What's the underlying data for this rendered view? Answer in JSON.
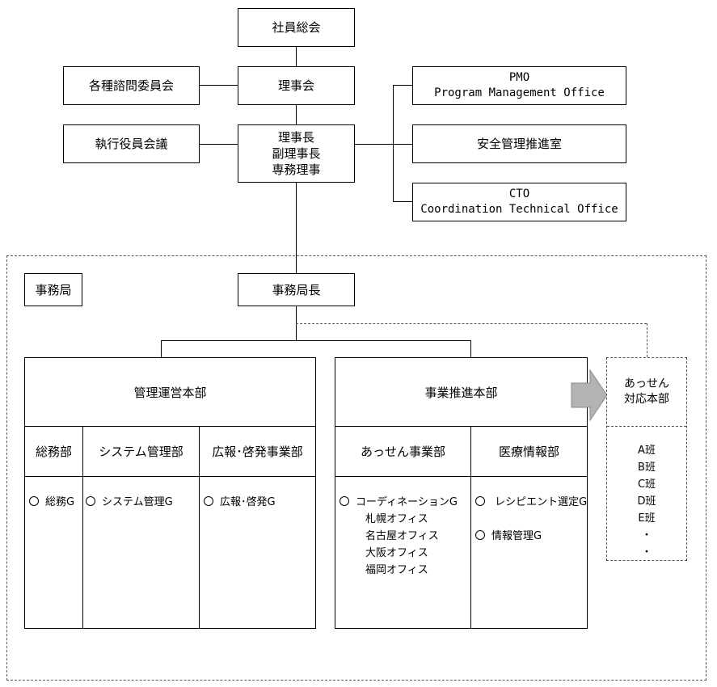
{
  "top": {
    "general_meeting": "社員総会",
    "board": "理事会",
    "advisory": "各種諮問委員会",
    "executive_meeting": "執行役員会議",
    "leaders": [
      "理事長",
      "副理事長",
      "専務理事"
    ]
  },
  "staff": {
    "pmo": [
      "PMO",
      "Program Management Office"
    ],
    "safety": "安全管理推進室",
    "cto": [
      "CTO",
      "Coordination Technical Office"
    ]
  },
  "secretariat": {
    "label": "事務局",
    "head": "事務局長"
  },
  "management": {
    "title": "管理運営本部",
    "columns": [
      {
        "head": "総務部",
        "items": [
          {
            "name": "総務G",
            "subs": []
          }
        ]
      },
      {
        "head": "システム管理部",
        "items": [
          {
            "name": "システム管理G",
            "subs": []
          }
        ]
      },
      {
        "head": "広報･啓発事業部",
        "items": [
          {
            "name": "広報･啓発G",
            "subs": []
          }
        ]
      }
    ]
  },
  "business": {
    "title": "事業推進本部",
    "columns": [
      {
        "head": "あっせん事業部",
        "items": [
          {
            "name": "コーディネーションG",
            "subs": [
              "札幌オフィス",
              "名古屋オフィス",
              "大阪オフィス",
              "福岡オフィス"
            ]
          }
        ]
      },
      {
        "head": "医療情報部",
        "items": [
          {
            "name": " レシピエント選定G",
            "subs": []
          },
          {
            "name": "情報管理G",
            "subs": []
          }
        ]
      }
    ]
  },
  "response": {
    "title": [
      "あっせん",
      "対応本部"
    ],
    "teams": [
      "A班",
      "B班",
      "C班",
      "D班",
      "E班",
      "・",
      "・"
    ]
  }
}
